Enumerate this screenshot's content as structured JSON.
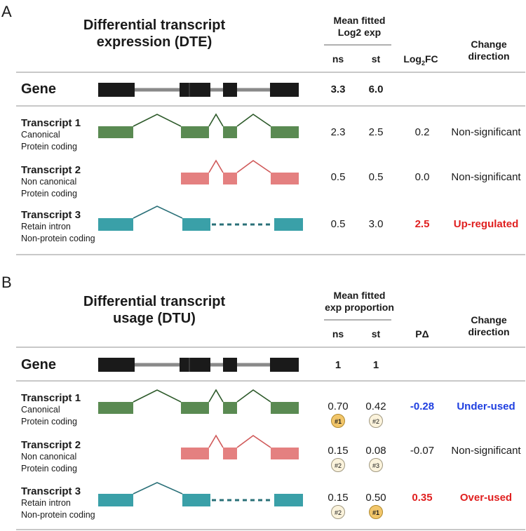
{
  "panel_a": {
    "letter": "A",
    "title_line1": "Differential transcript",
    "title_line2": "expression (DTE)",
    "group_header_line1": "Mean fitted",
    "group_header_line2": "Log2 exp",
    "col_ns": "ns",
    "col_st": "st",
    "col_fc_main": "Log",
    "col_fc_sub": "2",
    "col_fc_tail": "FC",
    "col_dir_line1": "Change",
    "col_dir_line2": "direction",
    "gene": {
      "label": "Gene",
      "ns": "3.3",
      "st": "6.0"
    },
    "transcripts": [
      {
        "name": "Transcript 1",
        "desc1": "Canonical",
        "desc2": "Protein coding",
        "ns": "2.3",
        "st": "2.5",
        "stat": "0.2",
        "direction": "Non-significant"
      },
      {
        "name": "Transcript 2",
        "desc1": "Non canonical",
        "desc2": "Protein coding",
        "ns": "0.5",
        "st": "0.5",
        "stat": "0.0",
        "direction": "Non-significant"
      },
      {
        "name": "Transcript 3",
        "desc1": "Retain intron",
        "desc2": "Non-protein coding",
        "ns": "0.5",
        "st": "3.0",
        "stat": "2.5",
        "direction": "Up-regulated"
      }
    ]
  },
  "panel_b": {
    "letter": "B",
    "title_line1": "Differential transcript",
    "title_line2": "usage (DTU)",
    "group_header_line1": "Mean fitted",
    "group_header_line2": "exp proportion",
    "col_ns": "ns",
    "col_st": "st",
    "col_p": "PΔ",
    "col_dir_line1": "Change",
    "col_dir_line2": "direction",
    "gene": {
      "label": "Gene",
      "ns": "1",
      "st": "1"
    },
    "transcripts": [
      {
        "name": "Transcript 1",
        "desc1": "Canonical",
        "desc2": "Protein coding",
        "ns": "0.70",
        "ns_rank": "#1",
        "st": "0.42",
        "st_rank": "#2",
        "stat": "-0.28",
        "direction": "Under-used"
      },
      {
        "name": "Transcript 2",
        "desc1": "Non canonical",
        "desc2": "Protein coding",
        "ns": "0.15",
        "ns_rank": "#2",
        "st": "0.08",
        "st_rank": "#3",
        "stat": "-0.07",
        "direction": "Non-significant"
      },
      {
        "name": "Transcript 3",
        "desc1": "Retain intron",
        "desc2": "Non-protein coding",
        "ns": "0.15",
        "ns_rank": "#2",
        "st": "0.50",
        "st_rank": "#1",
        "stat": "0.35",
        "direction": "Over-used"
      }
    ]
  },
  "colors": {
    "gene_exon": "#1a1a1a",
    "gene_intron": "#8a8a8a",
    "transcript1": "#5a8a52",
    "transcript1_line": "#2d5a2a",
    "transcript2": "#e48080",
    "transcript2_line": "#d05a5a",
    "transcript3": "#3aa0a8",
    "transcript3_line": "#2a7078",
    "up": "#e02020",
    "down": "#1f3fe0"
  }
}
